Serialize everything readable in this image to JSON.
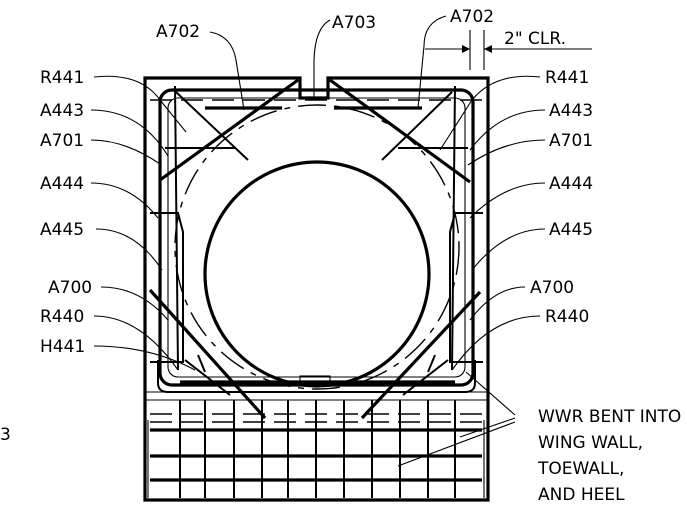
{
  "labels": {
    "a702_left": "A702",
    "a703": "A703",
    "a702_right": "A702",
    "clearance": "2\" CLR.",
    "r441_left": "R441",
    "r441_right": "R441",
    "a443_left": "A443",
    "a443_right": "A443",
    "a701_left": "A701",
    "a701_right": "A701",
    "a444_left": "A444",
    "a444_right": "A444",
    "a445_left": "A445",
    "a445_right": "A445",
    "a700_left": "A700",
    "a700_right": "A700",
    "r440_left": "R440",
    "r440_right": "R440",
    "h441_left": "H441",
    "margin_fragment": "3",
    "wwr_line1": "WWR BENT INTO",
    "wwr_line2": "WING WALL,",
    "wwr_line3": "TOEWALL,",
    "wwr_line4": "AND HEEL"
  }
}
